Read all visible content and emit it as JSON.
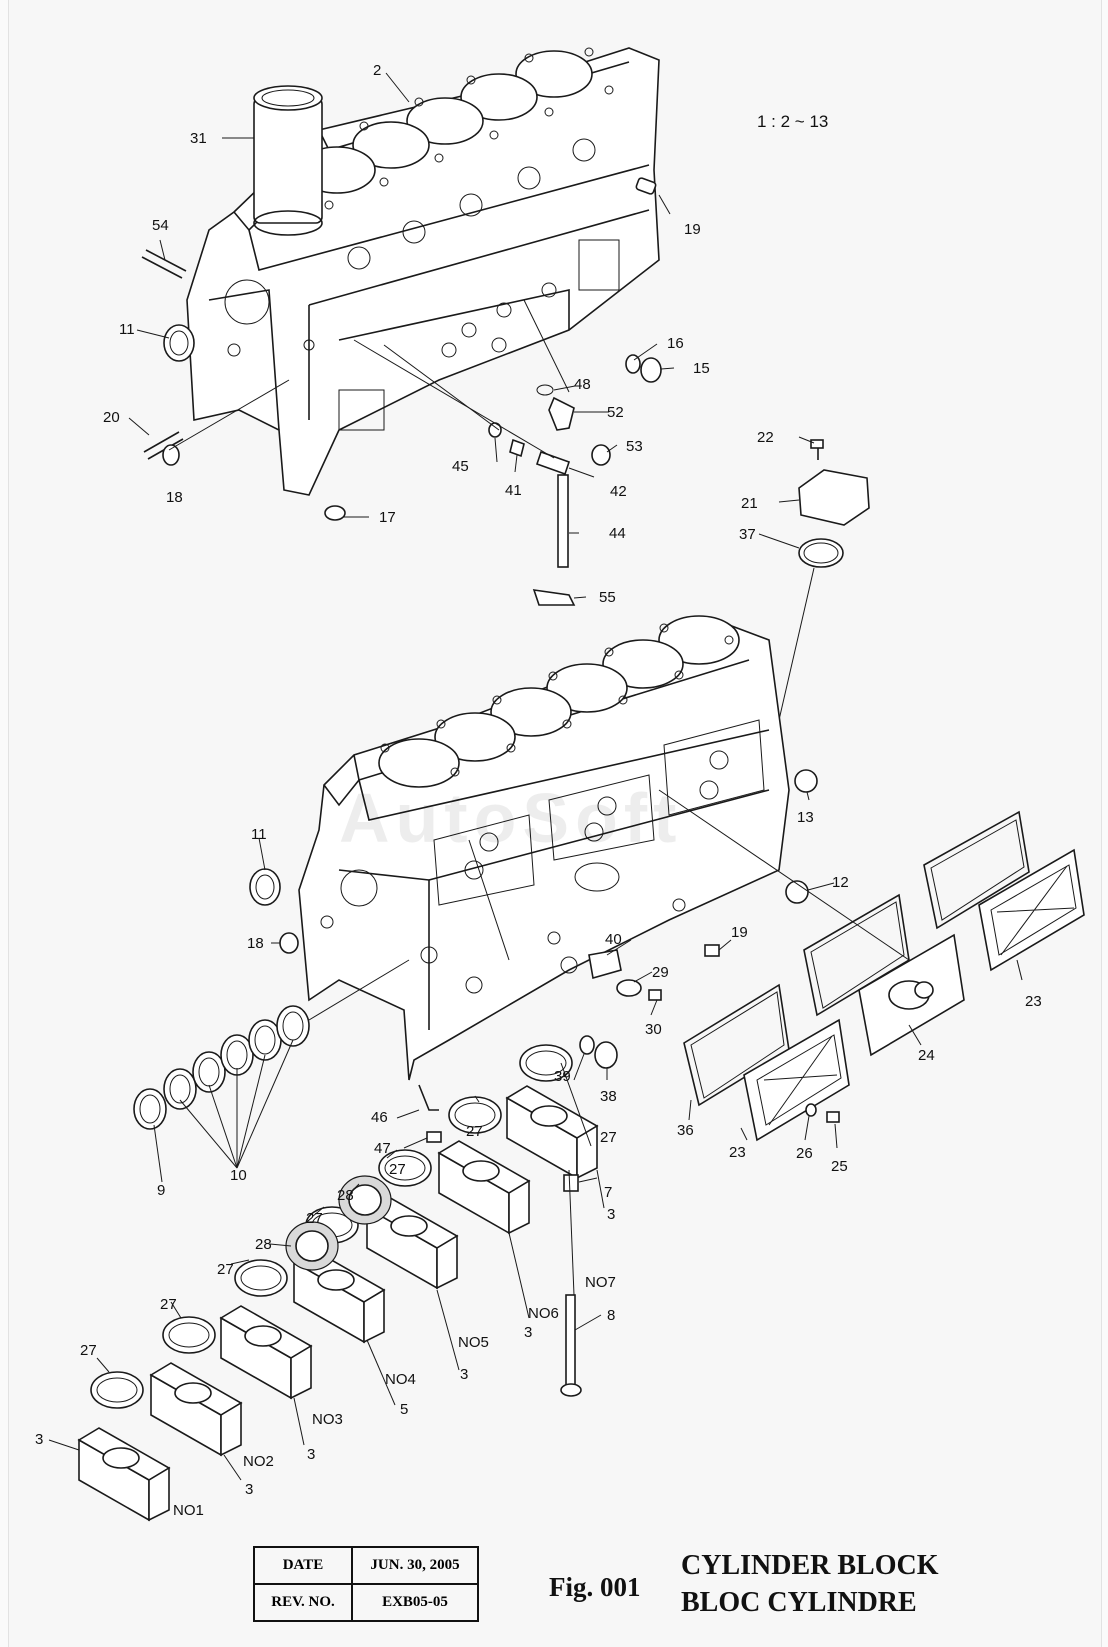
{
  "ratio_note": "1 : 2 ~ 13",
  "watermark": "AutoSoft",
  "callouts": [
    {
      "id": "c31",
      "text": "31"
    },
    {
      "id": "c2",
      "text": "2"
    },
    {
      "id": "c54",
      "text": "54"
    },
    {
      "id": "c11a",
      "text": "11"
    },
    {
      "id": "c20",
      "text": "20"
    },
    {
      "id": "c18a",
      "text": "18"
    },
    {
      "id": "c17",
      "text": "17"
    },
    {
      "id": "c19a",
      "text": "19"
    },
    {
      "id": "c16",
      "text": "16"
    },
    {
      "id": "c15",
      "text": "15"
    },
    {
      "id": "c48",
      "text": "48"
    },
    {
      "id": "c52",
      "text": "52"
    },
    {
      "id": "c53",
      "text": "53"
    },
    {
      "id": "c45",
      "text": "45"
    },
    {
      "id": "c41",
      "text": "41"
    },
    {
      "id": "c42",
      "text": "42"
    },
    {
      "id": "c44",
      "text": "44"
    },
    {
      "id": "c55",
      "text": "55"
    },
    {
      "id": "c22",
      "text": "22"
    },
    {
      "id": "c21",
      "text": "21"
    },
    {
      "id": "c37",
      "text": "37"
    },
    {
      "id": "c13",
      "text": "13"
    },
    {
      "id": "c12",
      "text": "12"
    },
    {
      "id": "c11b",
      "text": "11"
    },
    {
      "id": "c18b",
      "text": "18"
    },
    {
      "id": "c40",
      "text": "40"
    },
    {
      "id": "c19b",
      "text": "19"
    },
    {
      "id": "c29",
      "text": "29"
    },
    {
      "id": "c30",
      "text": "30"
    },
    {
      "id": "c23a",
      "text": "23"
    },
    {
      "id": "c24",
      "text": "24"
    },
    {
      "id": "c39",
      "text": "39"
    },
    {
      "id": "c38",
      "text": "38"
    },
    {
      "id": "c46",
      "text": "46"
    },
    {
      "id": "c47",
      "text": "47"
    },
    {
      "id": "c36",
      "text": "36"
    },
    {
      "id": "c23b",
      "text": "23"
    },
    {
      "id": "c26",
      "text": "26"
    },
    {
      "id": "c25",
      "text": "25"
    },
    {
      "id": "c9",
      "text": "9"
    },
    {
      "id": "c10",
      "text": "10"
    },
    {
      "id": "c27a",
      "text": "27"
    },
    {
      "id": "c27b",
      "text": "27"
    },
    {
      "id": "c27c",
      "text": "27"
    },
    {
      "id": "c7",
      "text": "7"
    },
    {
      "id": "c3a",
      "text": "3"
    },
    {
      "id": "c28a",
      "text": "28"
    },
    {
      "id": "c27d",
      "text": "27"
    },
    {
      "id": "c28b",
      "text": "28"
    },
    {
      "id": "c27e",
      "text": "27"
    },
    {
      "id": "c27f",
      "text": "27"
    },
    {
      "id": "c27g",
      "text": "27"
    },
    {
      "id": "c8",
      "text": "8"
    },
    {
      "id": "c3b",
      "text": "3"
    },
    {
      "id": "c3c",
      "text": "3"
    },
    {
      "id": "c5",
      "text": "5"
    },
    {
      "id": "c3d",
      "text": "3"
    },
    {
      "id": "c3e",
      "text": "3"
    },
    {
      "id": "c3f",
      "text": "3"
    },
    {
      "id": "cno7",
      "text": "NO7"
    },
    {
      "id": "cno6",
      "text": "NO6"
    },
    {
      "id": "cno5",
      "text": "NO5"
    },
    {
      "id": "cno4",
      "text": "NO4"
    },
    {
      "id": "cno3",
      "text": "NO3"
    },
    {
      "id": "cno2",
      "text": "NO2"
    },
    {
      "id": "cno1",
      "text": "NO1"
    }
  ],
  "info_table": {
    "date_label": "DATE",
    "date_value": "JUN. 30, 2005",
    "rev_label": "REV. NO.",
    "rev_value": "EXB05-05"
  },
  "figure_number": "Fig. 001",
  "title_en": "CYLINDER BLOCK",
  "title_fr": "BLOC CYLINDRE"
}
